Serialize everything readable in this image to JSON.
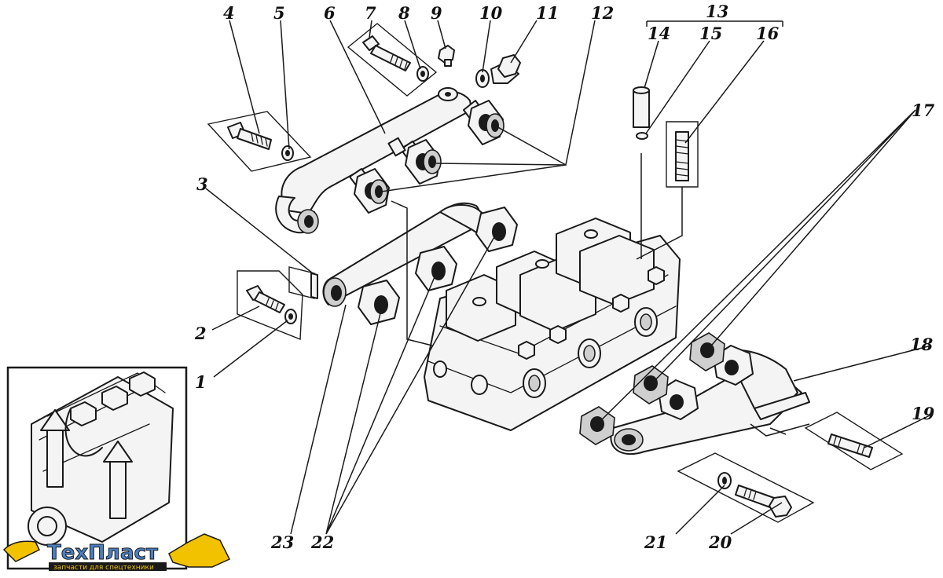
{
  "callouts": [
    {
      "id": "c1",
      "text": "1"
    },
    {
      "id": "c2",
      "text": "2"
    },
    {
      "id": "c3",
      "text": "3"
    },
    {
      "id": "c4",
      "text": "4"
    },
    {
      "id": "c5",
      "text": "5"
    },
    {
      "id": "c6",
      "text": "6"
    },
    {
      "id": "c7",
      "text": "7"
    },
    {
      "id": "c8",
      "text": "8"
    },
    {
      "id": "c9",
      "text": "9"
    },
    {
      "id": "c10",
      "text": "10"
    },
    {
      "id": "c11",
      "text": "11"
    },
    {
      "id": "c12",
      "text": "12"
    },
    {
      "id": "c13",
      "text": "13"
    },
    {
      "id": "c14",
      "text": "14"
    },
    {
      "id": "c15",
      "text": "15"
    },
    {
      "id": "c16",
      "text": "16"
    },
    {
      "id": "c17",
      "text": "17"
    },
    {
      "id": "c18",
      "text": "18"
    },
    {
      "id": "c19",
      "text": "19"
    },
    {
      "id": "c20",
      "text": "20"
    },
    {
      "id": "c21",
      "text": "21"
    },
    {
      "id": "c22",
      "text": "22"
    },
    {
      "id": "c23",
      "text": "23"
    }
  ],
  "logo": {
    "brand_part1": "ТехП",
    "brand_part2": "ласт",
    "tagline": "запчасти для спецтехники",
    "colors": {
      "accent": "#f2c200",
      "text_fill": "#4a7fc1",
      "outline": "#1a1a1a"
    }
  },
  "colors": {
    "ink": "#1a1a1a",
    "paper": "#ffffff"
  }
}
